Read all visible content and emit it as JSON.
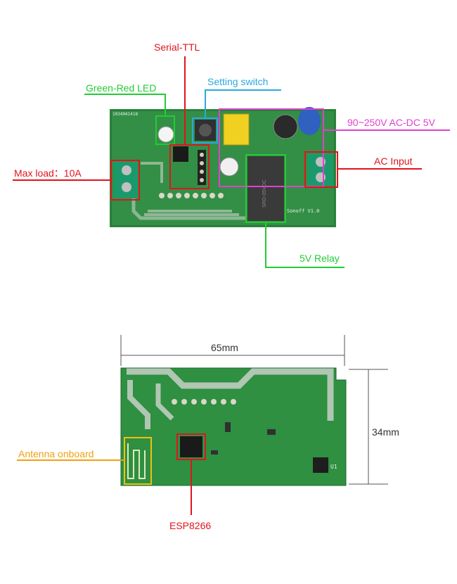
{
  "labels": {
    "serial_ttl": "Serial-TTL",
    "setting_switch": "Setting switch",
    "green_red_led": "Green-Red LED",
    "ac_dc": "90~250V AC-DC 5V",
    "ac_input": "AC Input",
    "max_load": "Max load：10A",
    "relay": "5V Relay",
    "antenna": "Antenna onboard",
    "esp8266": "ESP8266",
    "width_dim": "65mm",
    "height_dim": "34mm"
  },
  "pcb_print": {
    "top_board_code": "1034941418",
    "board_name": "Sonoff V1.0",
    "bottom_u1": "U1"
  },
  "colors": {
    "serial_ttl": "#e0141e",
    "setting_switch": "#2aa8e0",
    "green_red_led": "#22cc33",
    "ac_dc": "#e040d0",
    "ac_input": "#e0141e",
    "max_load": "#e0141e",
    "relay": "#22cc33",
    "antenna": "#f0a010",
    "esp8266": "#e0141e",
    "dimension": "#333333",
    "pcb": "#2d8a3e"
  }
}
